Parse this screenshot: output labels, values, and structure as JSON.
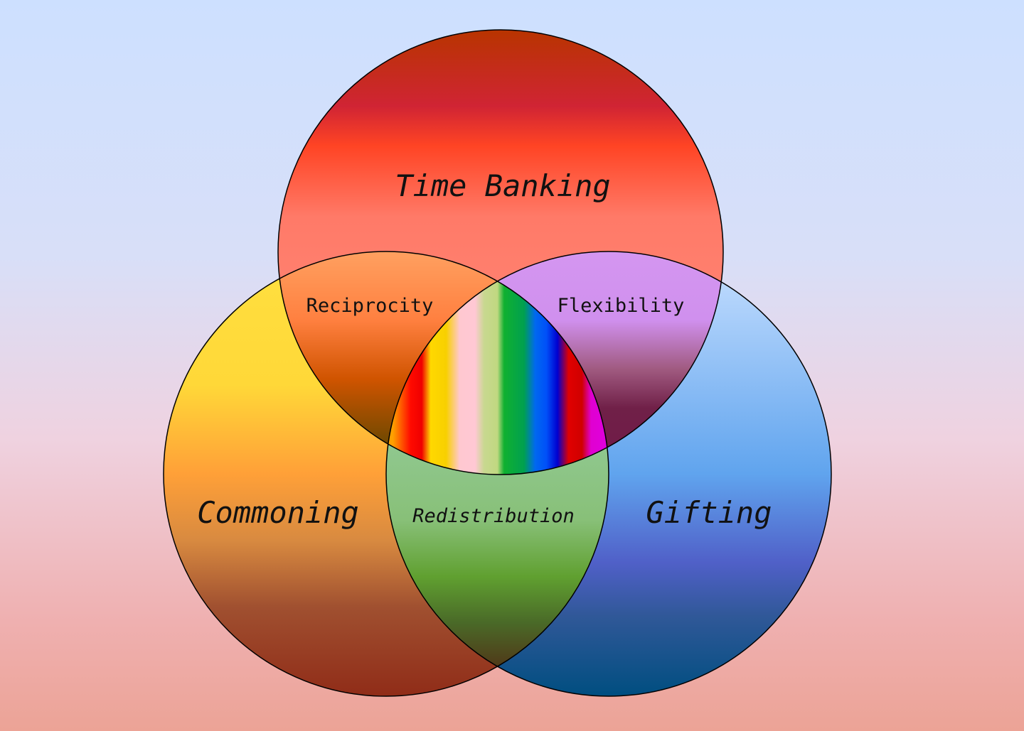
{
  "diagram": {
    "type": "venn",
    "sets": {
      "top": "Time Banking",
      "left": "Commoning",
      "right": "Gifting"
    },
    "intersections": {
      "top_left": "Reciprocity",
      "top_right": "Flexibility",
      "left_right": "Redistribution"
    },
    "outline_color": "#000000"
  }
}
